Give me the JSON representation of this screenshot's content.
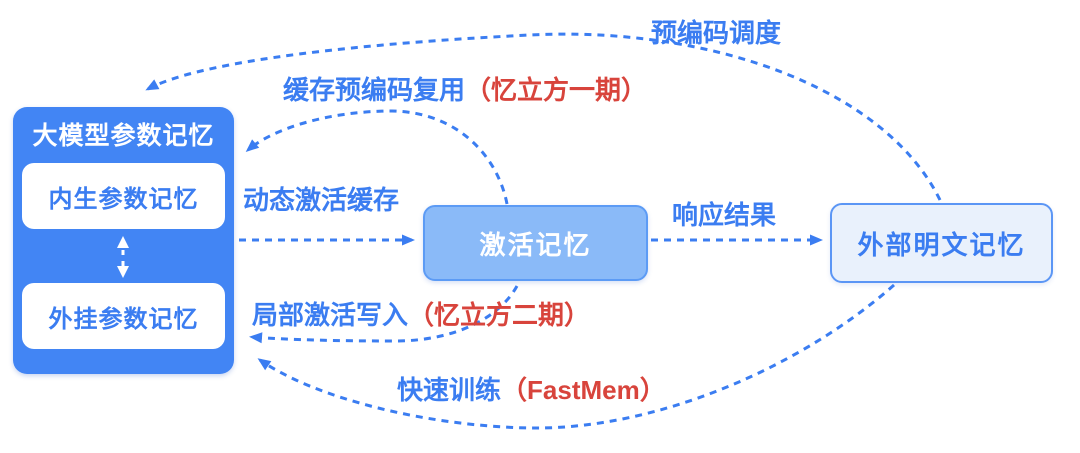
{
  "diagram": {
    "left_box": {
      "title": "大模型参数记忆",
      "children": [
        {
          "label": "内生参数记忆"
        },
        {
          "label": "外挂参数记忆"
        }
      ]
    },
    "center_box": {
      "label": "激活记忆"
    },
    "right_box": {
      "label": "外部明文记忆"
    },
    "edges": {
      "precode_dispatch": {
        "label": "预编码调度",
        "from": "外部明文记忆",
        "to": "大模型参数记忆"
      },
      "cache_reuse": {
        "label_blue": "缓存预编码复用",
        "label_red": "（忆立方一期）",
        "from": "激活记忆",
        "to": "大模型参数记忆"
      },
      "dynamic_cache": {
        "label": "动态激活缓存",
        "from": "大模型参数记忆",
        "to": "激活记忆"
      },
      "response": {
        "label": "响应结果",
        "from": "激活记忆",
        "to": "外部明文记忆"
      },
      "partial_write": {
        "label_blue": "局部激活写入",
        "label_red": "（忆立方二期）",
        "from": "激活记忆",
        "to": "大模型参数记忆"
      },
      "fast_train": {
        "label_blue": "快速训练",
        "label_red": "（FastMem）",
        "from": "外部明文记忆",
        "to": "大模型参数记忆"
      }
    },
    "colors": {
      "primary_blue": "#4285F4",
      "arrow_blue": "#3B7DF1",
      "accent_red": "#D8443C",
      "center_box_fill": "#8ABAF8",
      "right_box_fill": "#E9F1FC",
      "box_border_blue": "#5B96F5"
    }
  }
}
